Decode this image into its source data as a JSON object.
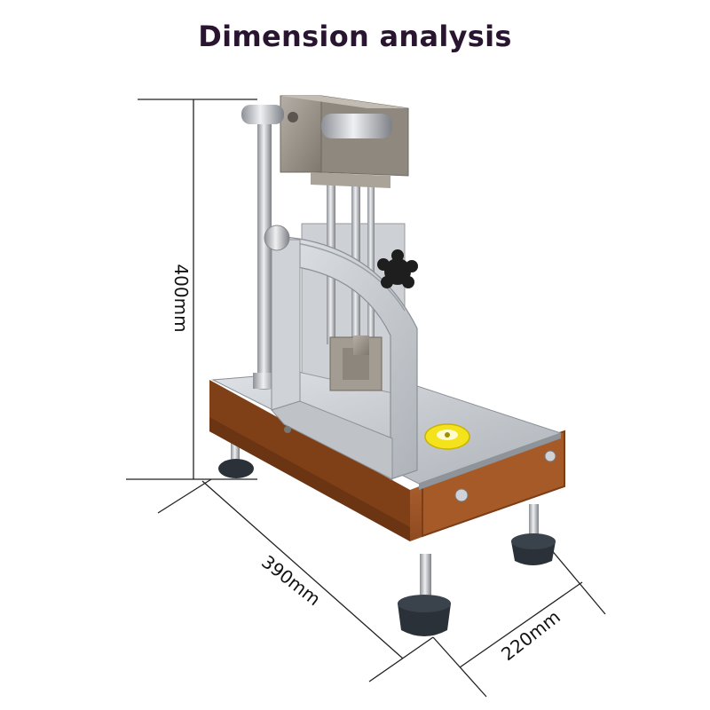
{
  "title": "Dimension analysis",
  "dimensions": {
    "height": "400mm",
    "depth": "390mm",
    "width": "220mm"
  },
  "colors": {
    "title": "#2a1530",
    "base": "#a85a2a",
    "aluminium": "#c9ccd0",
    "steel": "#9c958c",
    "feet": "#2b3138",
    "level": "#f3e21c"
  }
}
